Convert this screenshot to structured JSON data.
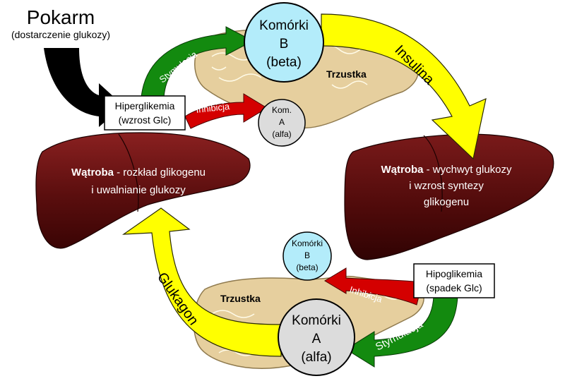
{
  "food": {
    "title": "Pokarm",
    "subtitle": "(dostarczenie glukozy)"
  },
  "hyperglycemia": {
    "line1": "Hiperglikemia",
    "line2": "(wzrost Glc)"
  },
  "hypoglycemia": {
    "line1": "Hipoglikemia",
    "line2": "(spadek Glc)"
  },
  "pancreas_top": {
    "label": "Trzustka"
  },
  "pancreas_bottom": {
    "label": "Trzustka"
  },
  "beta_top": {
    "line1": "Komórki",
    "line2": "B",
    "line3": "(beta)"
  },
  "alpha_top": {
    "line1": "Kom.",
    "line2": "A",
    "line3": "(alfa)"
  },
  "beta_bottom": {
    "line1": "Komórki",
    "line2": "B",
    "line3": "(beta)"
  },
  "alpha_bottom": {
    "line1": "Komórki",
    "line2": "A",
    "line3": "(alfa)"
  },
  "arrows": {
    "stimulation_top": "Stymulacja",
    "inhibition_top": "Inhibicja",
    "insulin": "Insulina",
    "glucagon": "Glukagon",
    "inhibition_bottom": "Inhibicja",
    "stimulation_bottom": "Stymulacja"
  },
  "liver_left": {
    "bold": "Wątroba",
    "rest": " - rozkład glikogenu",
    "line2": "i uwalnianie glukozy"
  },
  "liver_right": {
    "bold": "Wątroba",
    "rest": " - wychwyt glukozy",
    "line2": "i wzrost syntezy",
    "line3": "glikogenu"
  },
  "colors": {
    "liver_dark": "#4a0808",
    "liver_mid": "#7a1414",
    "pancreas": "#e6cf9e",
    "beta_cell": "#b3ecfa",
    "alpha_cell": "#dcdcdc",
    "yellow_arrow": "#ffff00",
    "green_arrow": "#138a0f",
    "red_arrow": "#d40000",
    "black_arrow": "#000000"
  }
}
